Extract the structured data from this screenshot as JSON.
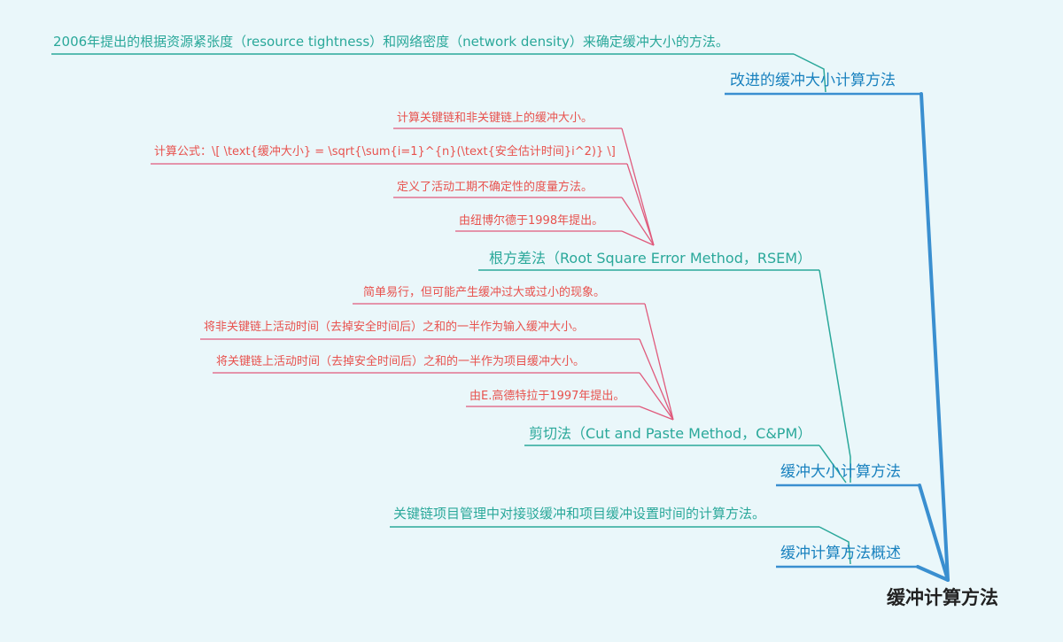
{
  "mindmap": {
    "root": "缓冲计算方法",
    "branches": [
      {
        "label": "改进的缓冲大小计算方法",
        "children": [
          "2006年提出的根据资源紧张度（resource tightness）和网络密度（network density）来确定缓冲大小的方法。"
        ]
      },
      {
        "label": "缓冲大小计算方法",
        "methods": [
          {
            "label": "根方差法（Root Square Error Method，RSEM）",
            "details": [
              "计算关键链和非关键链上的缓冲大小。",
              "计算公式：\\[ \\text{缓冲大小} = \\sqrt{\\sum{i=1}^{n}(\\text{安全估计时间}i^2)} \\]",
              "定义了活动工期不确定性的度量方法。",
              "由纽博尔德于1998年提出。"
            ]
          },
          {
            "label": "剪切法（Cut and Paste Method，C&PM）",
            "details": [
              "简单易行，但可能产生缓冲过大或过小的现象。",
              "将非关键链上活动时间（去掉安全时间后）之和的一半作为输入缓冲大小。",
              "将关键链上活动时间（去掉安全时间后）之和的一半作为项目缓冲大小。",
              "由E.高德特拉于1997年提出。"
            ]
          }
        ]
      },
      {
        "label": "缓冲计算方法概述",
        "children": [
          "关键链项目管理中对接驳缓冲和项目缓冲设置时间的计算方法。"
        ]
      }
    ]
  },
  "colors": {
    "root_branch": "#3a8fd0",
    "level2": "#2aa89a",
    "leaf": "#e05a7c",
    "leaf_text": "#e8524e",
    "background": "#eaf7fa"
  }
}
